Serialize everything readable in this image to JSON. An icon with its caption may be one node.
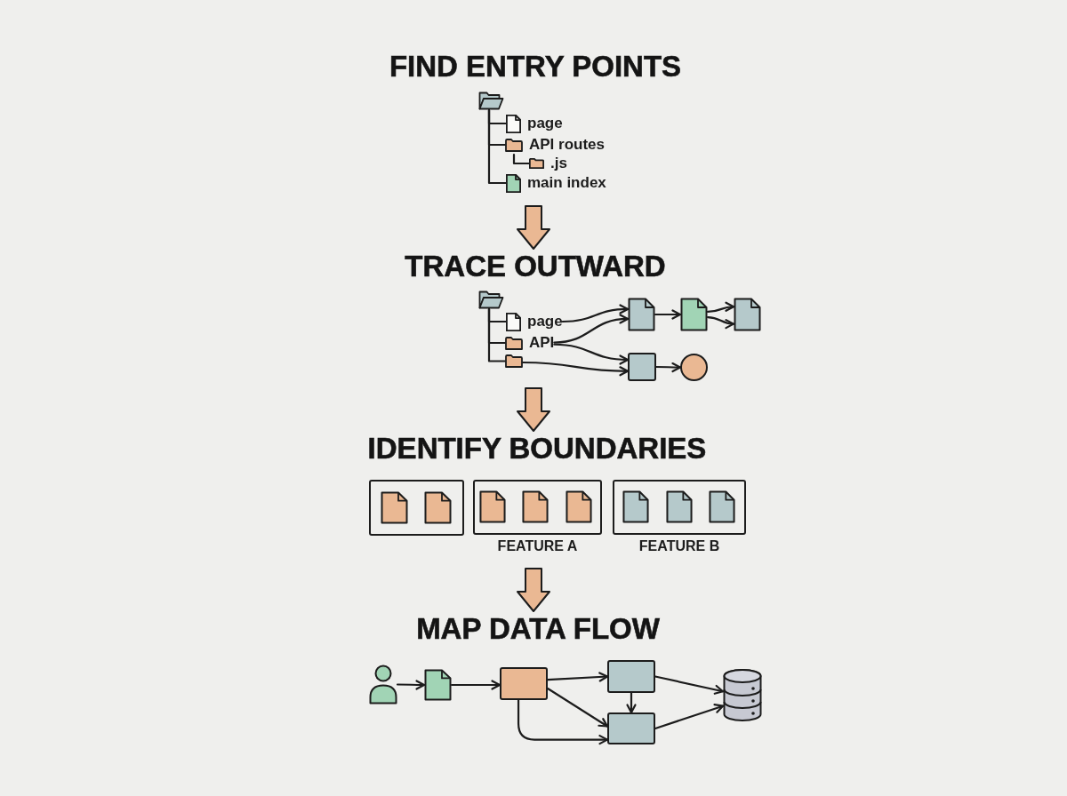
{
  "diagram": {
    "nodes": [
      {
        "text": [
          "FIND ENTRY POINTS"
        ]
      },
      {
        "text": [],
        "shape": "folder"
      },
      {
        "text": [
          "page"
        ]
      },
      {
        "text": [
          "API routes"
        ]
      },
      {
        "text": [
          ".js"
        ]
      },
      {
        "text": [
          "main index"
        ]
      },
      {
        "text": [
          "TRACE OUTWARD"
        ]
      },
      {
        "text": [],
        "shape": "folder"
      },
      {
        "text": [
          "page"
        ]
      },
      {
        "text": [
          "API"
        ]
      },
      {
        "text": [],
        "shape": "folder"
      },
      {
        "text": [],
        "shape": "document"
      },
      {
        "text": [],
        "shape": "document"
      },
      {
        "text": [],
        "shape": "document"
      },
      {
        "text": [],
        "shape": "box"
      },
      {
        "text": [],
        "shape": "circle"
      },
      {
        "text": [
          "IDENTIFY BOUNDARIES"
        ]
      },
      {
        "text": [],
        "shape": "box"
      },
      {
        "text": [],
        "shape": "document",
        "in": 17
      },
      {
        "text": [],
        "shape": "document",
        "in": 17
      },
      {
        "text": [
          "FEATURE A"
        ]
      },
      {
        "text": [],
        "shape": "document",
        "in": 20
      },
      {
        "text": [],
        "shape": "document",
        "in": 20
      },
      {
        "text": [],
        "shape": "document",
        "in": 20
      },
      {
        "text": [
          "FEATURE B"
        ]
      },
      {
        "text": [],
        "shape": "document",
        "in": 24
      },
      {
        "text": [],
        "shape": "document",
        "in": 24
      },
      {
        "text": [],
        "shape": "document",
        "in": 24
      },
      {
        "text": [
          "MAP DATA FLOW"
        ]
      },
      {
        "text": [],
        "shape": "person"
      },
      {
        "text": [],
        "shape": "document"
      },
      {
        "text": [],
        "shape": "box"
      },
      {
        "text": [],
        "shape": "box"
      },
      {
        "text": [],
        "shape": "box"
      },
      {
        "text": [],
        "shape": "cylinder"
      }
    ],
    "edges": [
      {
        "from": 1,
        "to": 2,
        "arrow": "none"
      },
      {
        "from": 1,
        "to": 3,
        "arrow": "none"
      },
      {
        "from": 1,
        "to": 5,
        "arrow": "none"
      },
      {
        "from": 3,
        "to": 4,
        "arrow": "none"
      },
      {
        "from": null,
        "to": 6,
        "arrow": "to",
        "style": "thick",
        "color": "#eab893"
      },
      {
        "from": 7,
        "to": 8,
        "arrow": "none"
      },
      {
        "from": 7,
        "to": 9,
        "arrow": "none"
      },
      {
        "from": 7,
        "to": 10,
        "arrow": "none"
      },
      {
        "from": 8,
        "to": 11,
        "arrow": "to"
      },
      {
        "from": 9,
        "to": 11,
        "arrow": "to"
      },
      {
        "from": 9,
        "to": 14,
        "arrow": "to"
      },
      {
        "from": 10,
        "to": 14,
        "arrow": "to"
      },
      {
        "from": 11,
        "to": 12,
        "arrow": "to"
      },
      {
        "from": 12,
        "to": 13,
        "arrow": "to"
      },
      {
        "from": 12,
        "to": 13,
        "arrow": "to"
      },
      {
        "from": 14,
        "to": 15,
        "arrow": "to"
      },
      {
        "from": null,
        "to": 16,
        "arrow": "to",
        "style": "thick",
        "color": "#eab893"
      },
      {
        "from": null,
        "to": 28,
        "arrow": "to",
        "style": "thick",
        "color": "#eab893"
      },
      {
        "from": 29,
        "to": 30,
        "arrow": "to"
      },
      {
        "from": 30,
        "to": 31,
        "arrow": "to"
      },
      {
        "from": 31,
        "to": 32,
        "arrow": "to"
      },
      {
        "from": 31,
        "to": 33,
        "arrow": "to"
      },
      {
        "from": 31,
        "to": 33,
        "arrow": "to"
      },
      {
        "from": 32,
        "to": 33,
        "arrow": "to"
      },
      {
        "from": 32,
        "to": 34,
        "arrow": "to"
      },
      {
        "from": 33,
        "to": 34,
        "arrow": "to"
      }
    ]
  }
}
